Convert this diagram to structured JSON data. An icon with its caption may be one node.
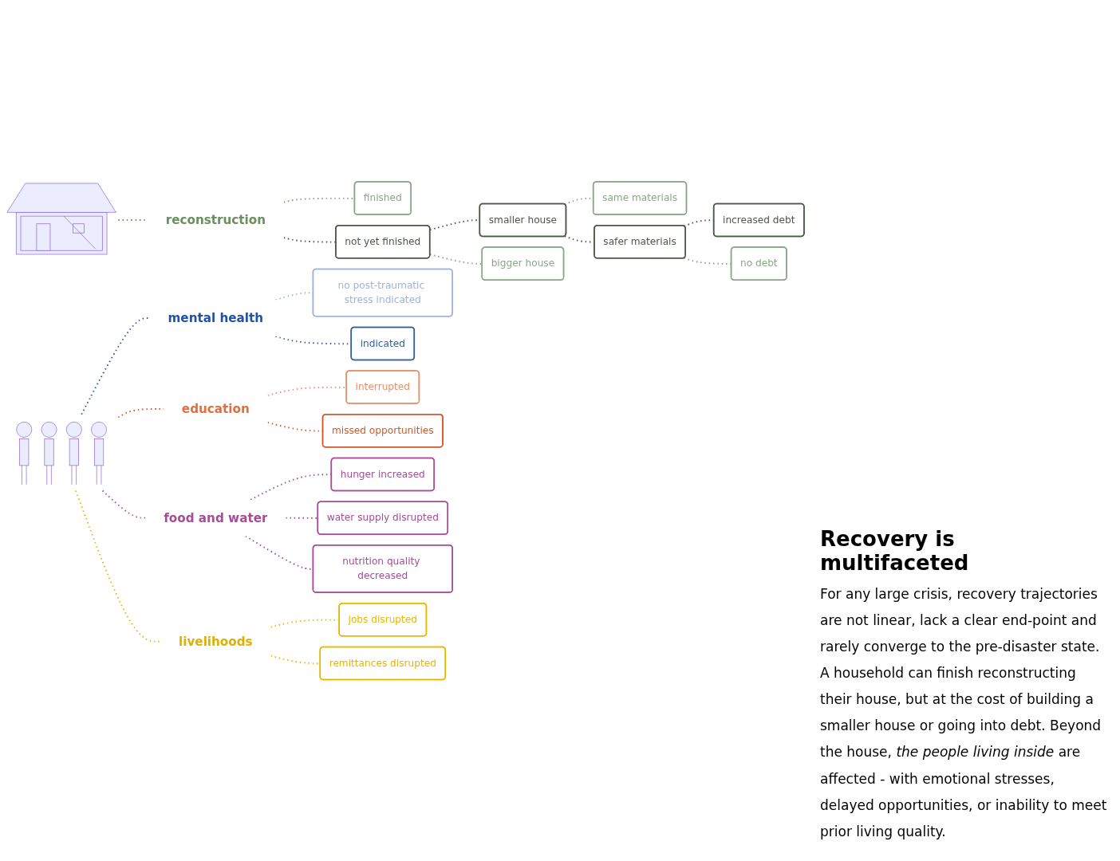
{
  "diagram": {
    "title": "Recovery is multifaceted",
    "caption": "For any large crisis, recovery trajectories are not linear, lack a clear end-point and rarely converge to the pre-disaster state. A household can finish reconstructing their house, but at the cost of building a smaller house or going into debt. Beyond the house, *the people living inside* are affected - with emotional stresses, delayed opportunities, or inability to meet prior living quality.",
    "nodes": [
      {
        "text": [],
        "shape": "picture"
      },
      {
        "text": [],
        "shape": "picture"
      },
      {
        "text": [
          "reconstruction"
        ]
      },
      {
        "text": [
          "finished"
        ]
      },
      {
        "text": [
          "not yet finished"
        ]
      },
      {
        "text": [
          "smaller house"
        ]
      },
      {
        "text": [
          "bigger house"
        ]
      },
      {
        "text": [
          "same materials"
        ]
      },
      {
        "text": [
          "safer materials"
        ]
      },
      {
        "text": [
          "increased debt"
        ]
      },
      {
        "text": [
          "no debt"
        ]
      },
      {
        "text": [
          "mental health"
        ]
      },
      {
        "text": [
          "no post-traumatic stress indicated"
        ]
      },
      {
        "text": [
          "indicated"
        ]
      },
      {
        "text": [
          "education"
        ]
      },
      {
        "text": [
          "interrupted"
        ]
      },
      {
        "text": [
          "missed opportunities"
        ]
      },
      {
        "text": [
          "food and water"
        ]
      },
      {
        "text": [
          "hunger increased"
        ]
      },
      {
        "text": [
          "water supply disrupted"
        ]
      },
      {
        "text": [
          "nutrition quality decreased"
        ]
      },
      {
        "text": [
          "livelihoods"
        ]
      },
      {
        "text": [
          "jobs disrupted"
        ]
      },
      {
        "text": [
          "remittances disrupted"
        ]
      }
    ],
    "edges": [
      {
        "from": 0,
        "to": 2,
        "arrow": "none",
        "style": "dashed",
        "color": "#6b8f5e"
      },
      {
        "from": 2,
        "to": 3,
        "arrow": "none",
        "style": "dashed",
        "color": "#8aa886"
      },
      {
        "from": 2,
        "to": 4,
        "arrow": "none",
        "style": "dashed",
        "color": "#4a5a48"
      },
      {
        "from": 4,
        "to": 5,
        "arrow": "none",
        "style": "dashed",
        "color": "#4a5a48"
      },
      {
        "from": 4,
        "to": 6,
        "arrow": "none",
        "style": "dashed",
        "color": "#8aa886"
      },
      {
        "from": 5,
        "to": 7,
        "arrow": "none",
        "style": "dashed",
        "color": "#8aa886"
      },
      {
        "from": 5,
        "to": 8,
        "arrow": "none",
        "style": "dashed",
        "color": "#4a5a48"
      },
      {
        "from": 8,
        "to": 9,
        "arrow": "none",
        "style": "dashed",
        "color": "#4a5a48"
      },
      {
        "from": 8,
        "to": 10,
        "arrow": "none",
        "style": "dashed",
        "color": "#8aa886"
      },
      {
        "from": 1,
        "to": 11,
        "arrow": "none",
        "style": "dashed",
        "color": "#2f5597"
      },
      {
        "from": 11,
        "to": 12,
        "arrow": "none",
        "style": "dashed",
        "color": "#9db5dc"
      },
      {
        "from": 11,
        "to": 13,
        "arrow": "none",
        "style": "dashed",
        "color": "#365f97"
      },
      {
        "from": 1,
        "to": 14,
        "arrow": "none",
        "style": "dashed",
        "color": "#d2582a"
      },
      {
        "from": 14,
        "to": 15,
        "arrow": "none",
        "style": "dashed",
        "color": "#e8906a"
      },
      {
        "from": 14,
        "to": 16,
        "arrow": "none",
        "style": "dashed",
        "color": "#d2582a"
      },
      {
        "from": 1,
        "to": 17,
        "arrow": "none",
        "style": "dashed",
        "color": "#a84c98"
      },
      {
        "from": 17,
        "to": 18,
        "arrow": "none",
        "style": "dashed",
        "color": "#a84c98"
      },
      {
        "from": 17,
        "to": 19,
        "arrow": "none",
        "style": "dashed",
        "color": "#a84c98"
      },
      {
        "from": 17,
        "to": 20,
        "arrow": "none",
        "style": "dashed",
        "color": "#a84c98"
      },
      {
        "from": 1,
        "to": 21,
        "arrow": "none",
        "style": "dashed",
        "color": "#e6b800"
      },
      {
        "from": 21,
        "to": 22,
        "arrow": "none",
        "style": "dashed",
        "color": "#e6b800"
      },
      {
        "from": 21,
        "to": 23,
        "arrow": "none",
        "style": "dashed",
        "color": "#e6b800"
      }
    ]
  }
}
